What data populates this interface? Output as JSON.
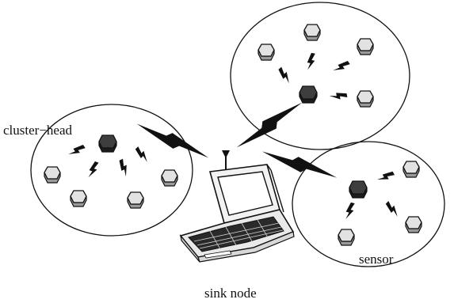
{
  "labels": {
    "cluster_head": "cluster−head",
    "sensor": "sensor",
    "sink_node": "sink node"
  },
  "colors": {
    "sensor_fill": "#e0e0e0",
    "sensor_side": "#9a9a9a",
    "head_fill": "#3d3d3d",
    "head_side": "#1a1a1a",
    "outline": "#111111",
    "link": "#111111"
  },
  "icons": {
    "sensor": "sensor-node-icon",
    "cluster_head": "cluster-head-node-icon",
    "sink": "laptop-sink-icon",
    "link": "lightning-link-icon"
  }
}
